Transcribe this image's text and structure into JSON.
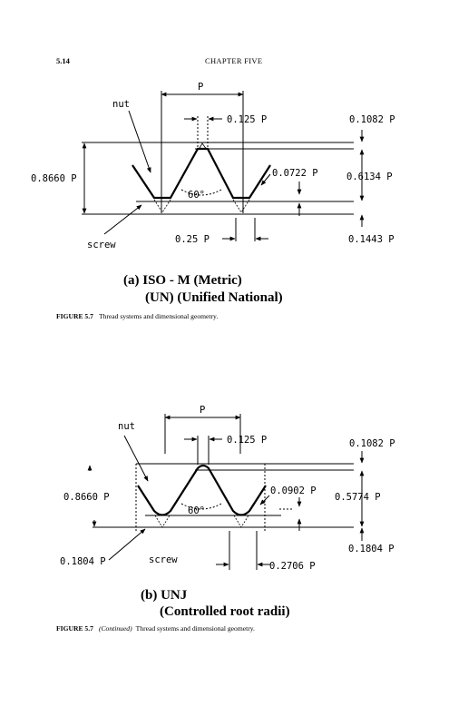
{
  "header": {
    "page_number": "5.14",
    "chapter": "CHAPTER FIVE"
  },
  "figure_a": {
    "labels": {
      "pitch": "P",
      "nut": "nut",
      "screw": "screw",
      "crest_width": "0.125 P",
      "thread_height": "0.8660 P",
      "angle": "60°",
      "root_offset": "0.0722 P",
      "top_truncation": "0.1082 P",
      "depth": "0.6134 P",
      "root_width": "0.25 P",
      "bottom_truncation": "0.1443 P"
    },
    "title_line1": "(a) ISO - M (Metric)",
    "title_line2": "(UN) (Unified National)",
    "caption_label": "FIGURE 5.7",
    "caption_text": "Thread systems and dimensional geometry."
  },
  "figure_b": {
    "labels": {
      "pitch": "P",
      "nut": "nut",
      "screw": "screw",
      "crest_width": "0.125 P",
      "thread_height": "0.8660 P",
      "angle": "60°",
      "root_offset": "0.0902 P",
      "top_truncation": "0.1082 P",
      "depth": "0.5774 P",
      "root_radius": "0.1804 P",
      "root_width": "0.2706 P",
      "bottom_truncation": "0.1804 P"
    },
    "title_line1": "(b) UNJ",
    "title_line2": "(Controlled root radii)",
    "caption_label": "FIGURE 5.7",
    "caption_continued": "(Continued)",
    "caption_text": "Thread systems and dimensional geometry."
  }
}
